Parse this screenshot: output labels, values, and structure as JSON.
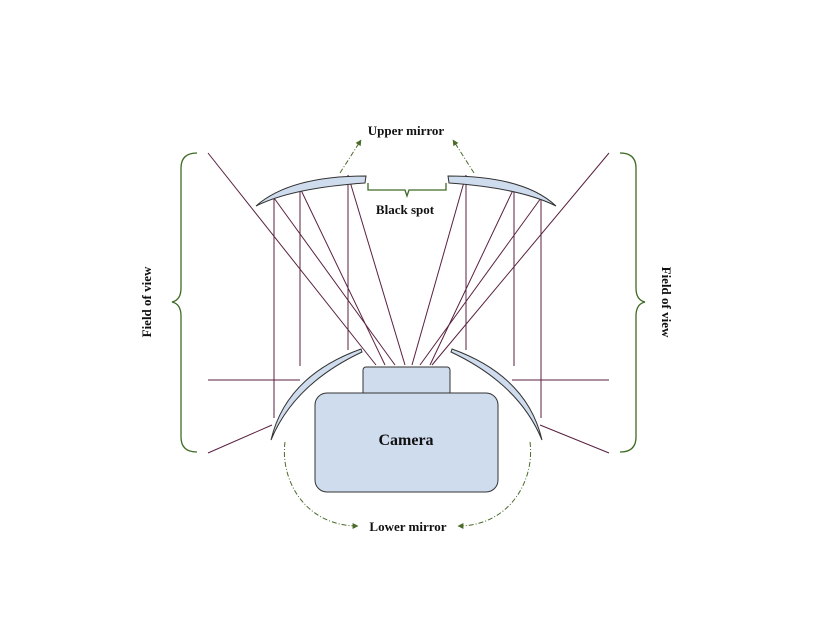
{
  "labels": {
    "upper_mirror": "Upper mirror",
    "black_spot": "Black spot",
    "camera": "Camera",
    "lower_mirror": "Lower mirror",
    "fov_left": "Field of view",
    "fov_right": "Field of view"
  },
  "colors": {
    "mirror_fill": "#cfdcee",
    "camera_fill": "#cfdcee",
    "outline": "#333333",
    "ray": "#5a2040",
    "bracket": "#3d6b24",
    "annotation_arrow": "#4a6b2a"
  }
}
